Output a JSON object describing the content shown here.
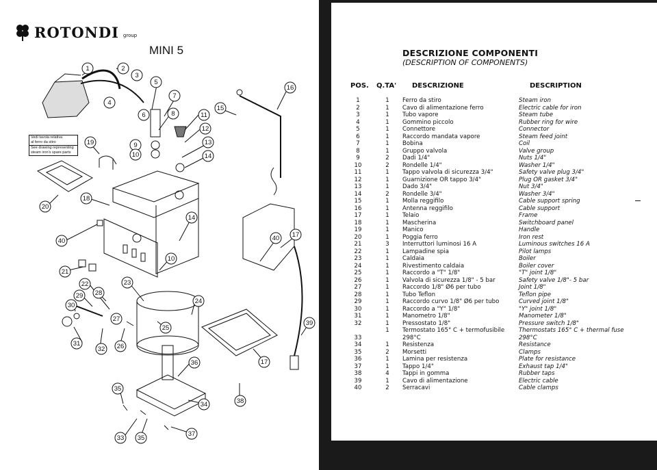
{
  "left_page": {
    "brand": "ROTONDI",
    "brand_sub": "group",
    "model": "MINI 5",
    "note": {
      "it_line1": "Vedi tavola relativa",
      "it_line2": "al ferro da stiro",
      "en_line1": "See drawing representing",
      "en_line2": "steam iron's spare parts"
    },
    "callouts": [
      "1",
      "2",
      "3",
      "4",
      "5",
      "6",
      "7",
      "8",
      "9",
      "10",
      "11",
      "12",
      "13",
      "14",
      "15",
      "16",
      "17",
      "17",
      "18",
      "19",
      "20",
      "21",
      "22",
      "23",
      "24",
      "25",
      "26",
      "27",
      "28",
      "29",
      "30",
      "31",
      "32",
      "33",
      "34",
      "35",
      "35",
      "36",
      "37",
      "38",
      "39",
      "40",
      "40",
      "14",
      "10"
    ]
  },
  "right_page": {
    "title": "DESCRIZIONE COMPONENTI",
    "subtitle": "(DESCRIPTION OF COMPONENTS)",
    "headers": {
      "pos": "POS.",
      "qta": "Q.TA'",
      "it": "DESCRIZIONE",
      "en": "DESCRIPTION"
    },
    "rows": [
      {
        "pos": "1",
        "qta": "1",
        "it": "Ferro da stiro",
        "en": "Steam iron"
      },
      {
        "pos": "2",
        "qta": "1",
        "it": "Cavo di alimentazione ferro",
        "en": "Electric cable for iron"
      },
      {
        "pos": "3",
        "qta": "1",
        "it": "Tubo vapore",
        "en": "Steam tube"
      },
      {
        "pos": "4",
        "qta": "1",
        "it": "Gommino piccolo",
        "en": "Rubber ring for wire"
      },
      {
        "pos": "5",
        "qta": "1",
        "it": "Connettore",
        "en": "Connector"
      },
      {
        "pos": "6",
        "qta": "1",
        "it": "Raccordo mandata vapore",
        "en": "Steam feed joint"
      },
      {
        "pos": "7",
        "qta": "1",
        "it": "Bobina",
        "en": "Coil"
      },
      {
        "pos": "8",
        "qta": "1",
        "it": "Gruppo valvola",
        "en": "Valve group"
      },
      {
        "pos": "9",
        "qta": "2",
        "it": "Dadi 1/4\"",
        "en": "Nuts 1/4\""
      },
      {
        "pos": "10",
        "qta": "2",
        "it": "Rondelle 1/4\"",
        "en": "Washer 1/4\""
      },
      {
        "pos": "11",
        "qta": "1",
        "it": "Tappo valvola di sicurezza 3/4\"",
        "en": "Safety valve plug 3/4\""
      },
      {
        "pos": "12",
        "qta": "1",
        "it": "Guarnizione OR tappo 3/4\"",
        "en": "Plug OR gasket 3/4\""
      },
      {
        "pos": "13",
        "qta": "1",
        "it": "Dado 3/4\"",
        "en": "Nut 3/4\""
      },
      {
        "pos": "14",
        "qta": "2",
        "it": "Rondelle 3/4\"",
        "en": "Washer 3/4\""
      },
      {
        "pos": "15",
        "qta": "1",
        "it": "Molla reggifilo",
        "en": "Cable support spring"
      },
      {
        "pos": "16",
        "qta": "1",
        "it": "Antenna reggifilo",
        "en": "Cable support"
      },
      {
        "pos": "17",
        "qta": "1",
        "it": "Telaio",
        "en": "Frame"
      },
      {
        "pos": "18",
        "qta": "1",
        "it": "Mascherina",
        "en": "Switchboard panel"
      },
      {
        "pos": "19",
        "qta": "1",
        "it": "Manico",
        "en": "Handle"
      },
      {
        "pos": "20",
        "qta": "1",
        "it": "Poggia ferro",
        "en": "Iron rest"
      },
      {
        "pos": "21",
        "qta": "3",
        "it": "Interruttori luminosi 16 A",
        "en": "Luminous switches 16 A"
      },
      {
        "pos": "22",
        "qta": "1",
        "it": "Lampadine spia",
        "en": "Pilot lamps"
      },
      {
        "pos": "23",
        "qta": "1",
        "it": "Caldaia",
        "en": "Boiler"
      },
      {
        "pos": "24",
        "qta": "1",
        "it": "Rivestimento caldaia",
        "en": "Boiler cover"
      },
      {
        "pos": "25",
        "qta": "1",
        "it": "Raccordo a \"T\" 1/8\"",
        "en": "\"T\" joint 1/8\""
      },
      {
        "pos": "26",
        "qta": "1",
        "it": "Valvola di sicurezza 1/8\" - 5 bar",
        "en": "Safety valve 1/8\"- 5 bar"
      },
      {
        "pos": "27",
        "qta": "1",
        "it": "Raccordo 1/8\" Ø6 per tubo",
        "en": "Joint 1/8\""
      },
      {
        "pos": "28",
        "qta": "1",
        "it": "Tubo Teflon",
        "en": "Teflon pipe"
      },
      {
        "pos": "29",
        "qta": "1",
        "it": "Raccordo curvo 1/8\" Ø6 per tubo",
        "en": "Curved joint 1/8\""
      },
      {
        "pos": "30",
        "qta": "1",
        "it": "Raccordo a \"Y\" 1/8\"",
        "en": "\"Y\" joint 1/8\""
      },
      {
        "pos": "31",
        "qta": "1",
        "it": "Manometro 1/8\"",
        "en": "Manometer 1/8\""
      },
      {
        "pos": "32",
        "qta": "1",
        "it": "Pressostato 1/8\"",
        "en": "Pressure switch 1/8\""
      },
      {
        "pos": "",
        "qta": "1",
        "it": "Termostato 165° C + termofusibile",
        "en": "Thermostats 165° C + thermal fuse"
      },
      {
        "pos": "33",
        "qta": "",
        "it": "298°C",
        "en": "298°C"
      },
      {
        "pos": "34",
        "qta": "1",
        "it": "Resistenza",
        "en": "Resistance"
      },
      {
        "pos": "35",
        "qta": "2",
        "it": "Morsetti",
        "en": "Clamps"
      },
      {
        "pos": "36",
        "qta": "1",
        "it": "Lamina per resistenza",
        "en": "Plate for resistance"
      },
      {
        "pos": "37",
        "qta": "1",
        "it": "Tappo 1/4\"",
        "en": "Exhaust tap 1/4\""
      },
      {
        "pos": "38",
        "qta": "4",
        "it": "Tappi in gomma",
        "en": "Rubber taps"
      },
      {
        "pos": "39",
        "qta": "1",
        "it": "Cavo di alimentazione",
        "en": "Electric cable"
      },
      {
        "pos": "40",
        "qta": "2",
        "it": "Serracavi",
        "en": "Cable clamps"
      }
    ]
  }
}
